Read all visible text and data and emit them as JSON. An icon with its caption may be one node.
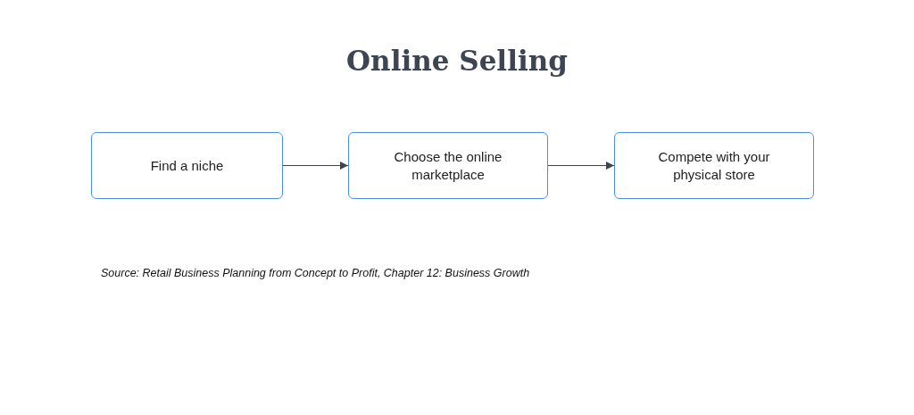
{
  "diagram": {
    "title": "Online Selling",
    "nodes": [
      {
        "text": [
          "Find a niche"
        ]
      },
      {
        "text": [
          "Choose the online marketplace"
        ]
      },
      {
        "text": [
          "Compete with your physical store"
        ]
      }
    ],
    "edges": [
      {
        "from": 0,
        "to": 1,
        "arrow": "to"
      },
      {
        "from": 1,
        "to": 2,
        "arrow": "to"
      }
    ],
    "labels": [
      "Source: Retail Business Planning from Concept to Profit, Chapter 12: Business Growth"
    ]
  }
}
